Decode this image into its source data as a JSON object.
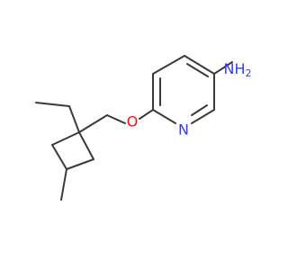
{
  "molecule": {
    "atoms": {
      "amine_N": "N",
      "amine_H": "H",
      "amine_H_count": "2",
      "ring_N": "N",
      "ether_O": "O"
    },
    "colors": {
      "bond": "#3a3a3a",
      "nitrogen": "#2f3cff",
      "oxygen": "#ff0d0d"
    }
  }
}
